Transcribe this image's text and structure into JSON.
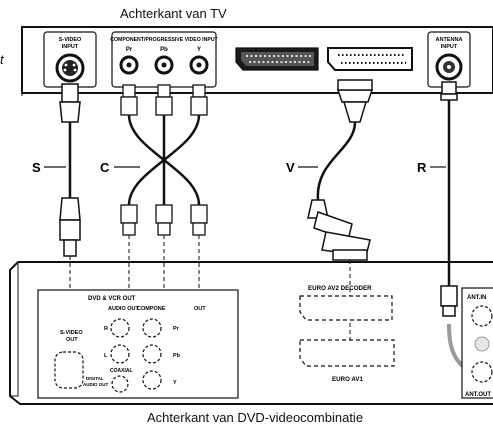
{
  "titles": {
    "top": "Achterkant van  TV",
    "bottom": "Achterkant van DVD-videocombinatie",
    "left_fragment": "t"
  },
  "tv_panel": {
    "svideo_input": [
      "S-VIDEO",
      "INPUT"
    ],
    "component_input": "COMPONENT/PROGRESSIVE VIDEO INPUT",
    "component_jacks": [
      "Pr",
      "Pb",
      "Y"
    ],
    "antenna_input": [
      "ANTENNA",
      "INPUT"
    ]
  },
  "cables": {
    "s": "S",
    "c": "C",
    "v": "V",
    "r": "R"
  },
  "dvd_panel": {
    "section_title": "DVD & VCR OUT",
    "audio_out": "AUDIO OUT",
    "component_out": "COMPONE",
    "out_suffix": "OUT",
    "audio_jacks": [
      "R",
      "L"
    ],
    "component_jacks": [
      "Pr",
      "Pb",
      "Y"
    ],
    "coaxial": "COAXIAL",
    "digital_audio_out": [
      "DIGITAL",
      "AUDIO OUT"
    ],
    "svideo_out": [
      "S-VIDEO",
      "OUT"
    ],
    "euro_av2": "EURO AV2 DECODER",
    "euro_av1": "EURO AV1",
    "ant_in": "ANT.IN",
    "ant_out": "ANT.OUT"
  },
  "colors": {
    "line": "#111111",
    "panel": "#ffffff",
    "shading": "#9a9a9a",
    "light_fill": "#e6e6e6"
  }
}
